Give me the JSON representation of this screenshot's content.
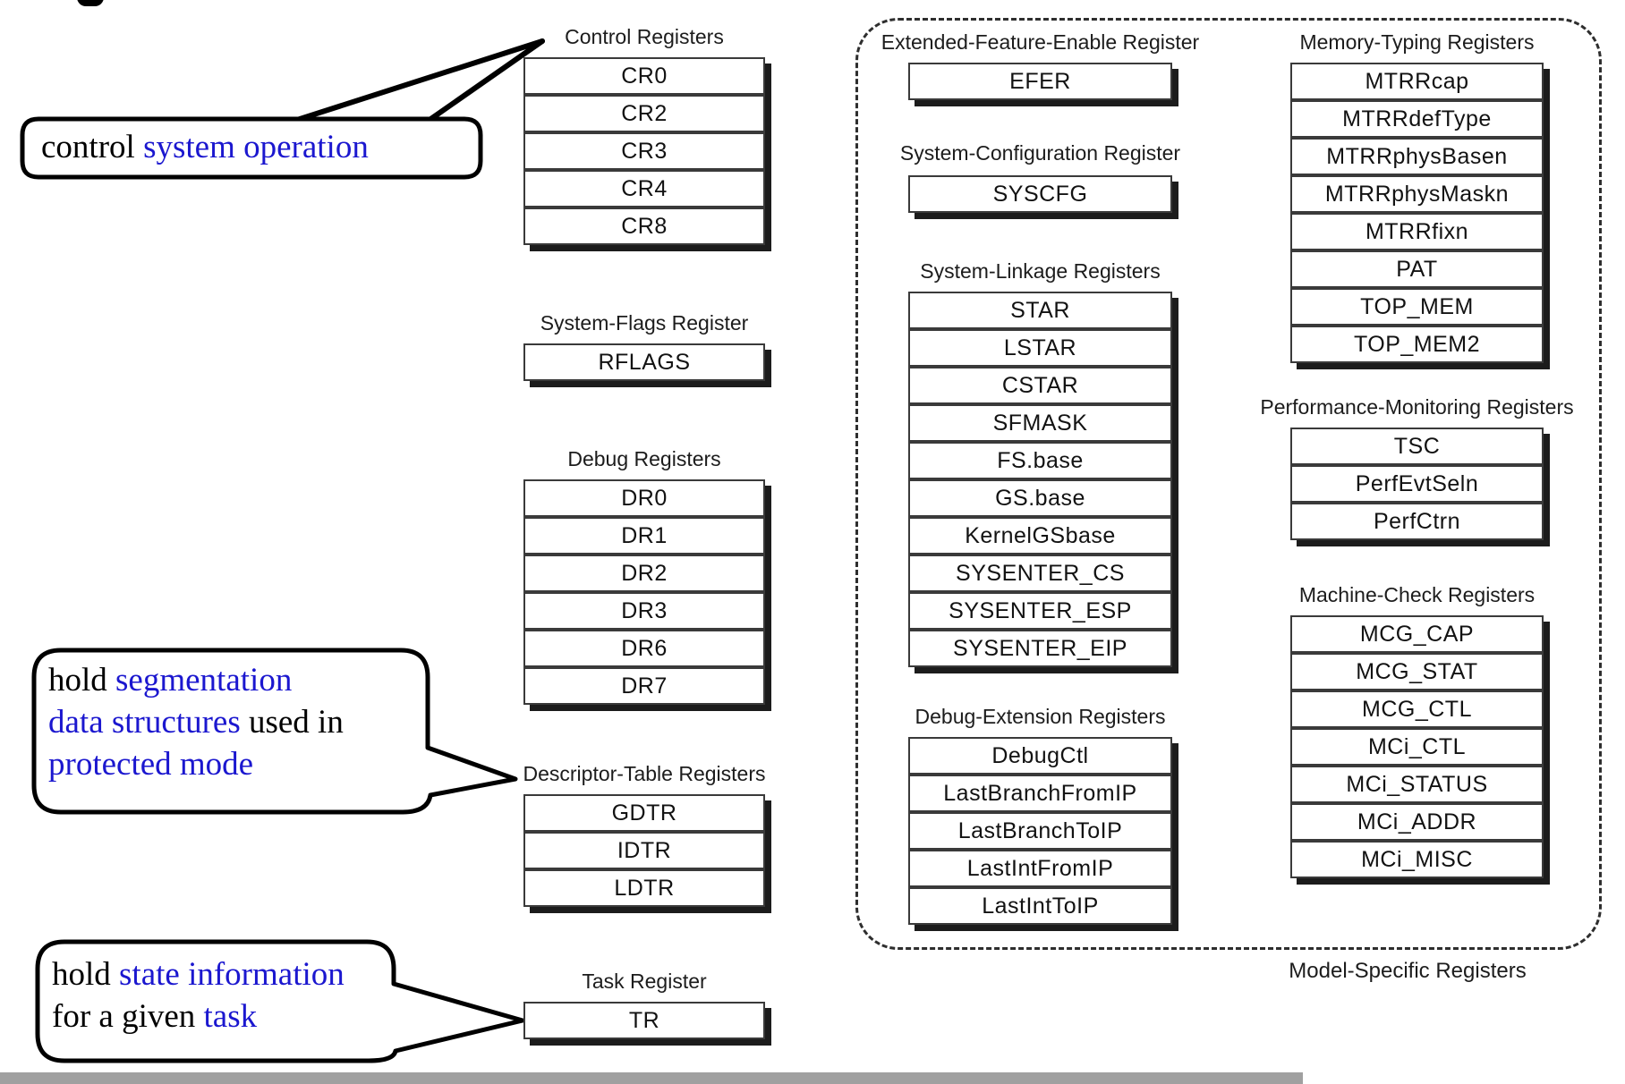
{
  "colors": {
    "annotation_blue": "#1b17cf",
    "box_shadow": "#1c1c1c",
    "bottom_bar": "#a0a0a0"
  },
  "msr_caption": "Model-Specific Registers",
  "register_groups": [
    {
      "title": "Control Registers",
      "rows": [
        "CR0",
        "CR2",
        "CR3",
        "CR4",
        "CR8"
      ]
    },
    {
      "title": "System-Flags Register",
      "rows": [
        "RFLAGS"
      ]
    },
    {
      "title": "Debug Registers",
      "rows": [
        "DR0",
        "DR1",
        "DR2",
        "DR3",
        "DR6",
        "DR7"
      ]
    },
    {
      "title": "Descriptor-Table Registers",
      "rows": [
        "GDTR",
        "IDTR",
        "LDTR"
      ]
    },
    {
      "title": "Task Register",
      "rows": [
        "TR"
      ]
    },
    {
      "title": "Extended-Feature-Enable Register",
      "rows": [
        "EFER"
      ]
    },
    {
      "title": "System-Configuration Register",
      "rows": [
        "SYSCFG"
      ]
    },
    {
      "title": "System-Linkage Registers",
      "rows": [
        "STAR",
        "LSTAR",
        "CSTAR",
        "SFMASK",
        "FS.base",
        "GS.base",
        "KernelGSbase",
        "SYSENTER_CS",
        "SYSENTER_ESP",
        "SYSENTER_EIP"
      ]
    },
    {
      "title": "Debug-Extension Registers",
      "rows": [
        "DebugCtl",
        "LastBranchFromIP",
        "LastBranchToIP",
        "LastIntFromIP",
        "LastIntToIP"
      ]
    },
    {
      "title": "Memory-Typing Registers",
      "rows": [
        "MTRRcap",
        "MTRRdefType",
        "MTRRphysBasen",
        "MTRRphysMaskn",
        "MTRRfixn",
        "PAT",
        "TOP_MEM",
        "TOP_MEM2"
      ]
    },
    {
      "title": "Performance-Monitoring Registers",
      "rows": [
        "TSC",
        "PerfEvtSeln",
        "PerfCtrn"
      ]
    },
    {
      "title": "Machine-Check Registers",
      "rows": [
        "MCG_CAP",
        "MCG_STAT",
        "MCG_CTL",
        "MCi_CTL",
        "MCi_STATUS",
        "MCi_ADDR",
        "MCi_MISC"
      ]
    }
  ],
  "callouts": [
    {
      "target": "Control Registers",
      "lines": [
        {
          "segments": [
            {
              "text": "control ",
              "blue": false
            },
            {
              "text": "system operation",
              "blue": true
            }
          ]
        }
      ]
    },
    {
      "target": "Descriptor-Table Registers",
      "lines": [
        {
          "segments": [
            {
              "text": "hold ",
              "blue": false
            },
            {
              "text": "segmentation",
              "blue": true
            }
          ]
        },
        {
          "segments": [
            {
              "text": "data structures",
              "blue": true
            },
            {
              "text": " used in",
              "blue": false
            }
          ]
        },
        {
          "segments": [
            {
              "text": "protected mode",
              "blue": true
            }
          ]
        }
      ]
    },
    {
      "target": "Task Register",
      "lines": [
        {
          "segments": [
            {
              "text": "hold ",
              "blue": false
            },
            {
              "text": "state information",
              "blue": true
            }
          ]
        },
        {
          "segments": [
            {
              "text": "for a given ",
              "blue": false
            },
            {
              "text": "task",
              "blue": true
            }
          ]
        }
      ]
    }
  ]
}
